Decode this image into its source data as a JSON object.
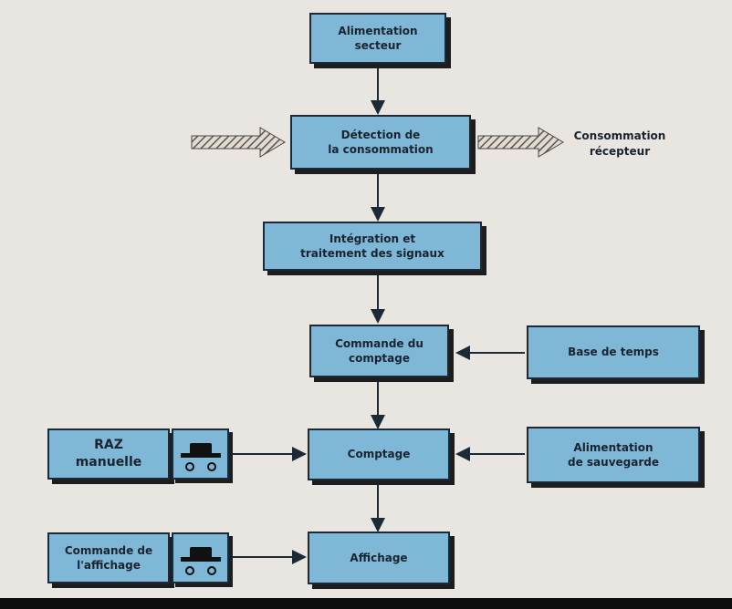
{
  "boxes": {
    "alimentation_secteur": "Alimentation\nsecteur",
    "detection": "Détection de\nla consommation",
    "integration": "Intégration et\ntraitement des signaux",
    "commande_comptage": "Commande du\ncomptage",
    "base_temps": "Base de temps",
    "comptage": "Comptage",
    "alimentation_sauvegarde": "Alimentation\nde sauvegarde",
    "raz": "RAZ\nmanuelle",
    "commande_affichage": "Commande de\nl'affichage",
    "affichage": "Affichage"
  },
  "external": {
    "consommation_recepteur": "Consommation\nrécepteur"
  },
  "colors": {
    "box_fill": "#7fb8d6",
    "border": "#1c2a35",
    "shadow": "#1d1d1f",
    "background": "#e9e6e1"
  }
}
